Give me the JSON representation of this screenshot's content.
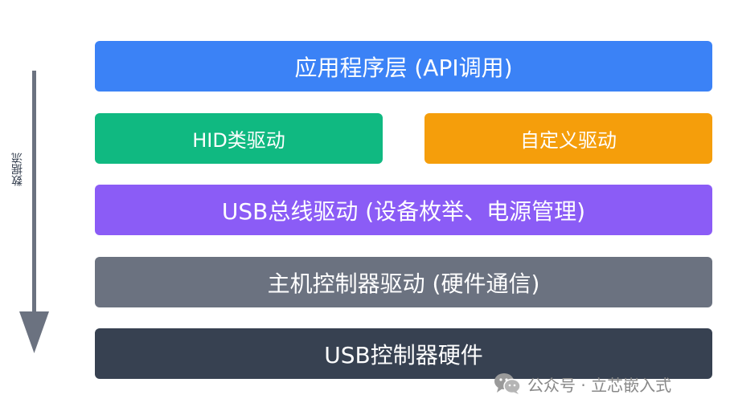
{
  "colors": {
    "app": "#3b82f6",
    "hid": "#10b981",
    "custom": "#f59e0b",
    "usbbus": "#8b5cf6",
    "hostctrl": "#6b7280",
    "hw": "#374151",
    "arrow": "#6b7280"
  },
  "layers": {
    "app": "应用程序层 (API调用)",
    "hid": "HID类驱动",
    "custom": "自定义驱动",
    "usbbus": "USB总线驱动 (设备枚举、电源管理)",
    "hostctrl": "主机控制器驱动 (硬件通信)",
    "hw": "USB控制器硬件"
  },
  "flow": {
    "label": "数据流",
    "icon": "down-arrow-icon"
  },
  "watermark": {
    "icon": "wechat-icon",
    "text": "公众号 · 立芯嵌入式"
  }
}
